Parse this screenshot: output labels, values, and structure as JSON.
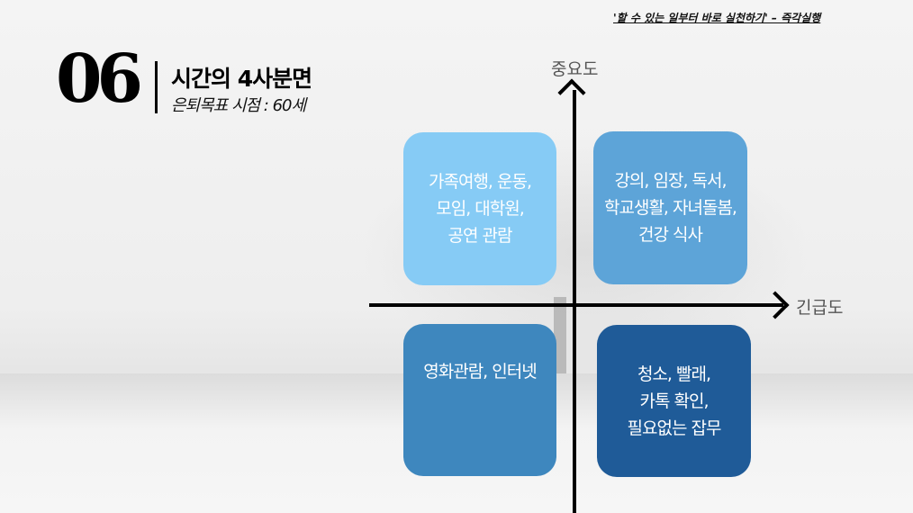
{
  "slogan": "'할 수 있는 일부터 바로 실천하기' – 즉각실행",
  "header": {
    "number": "06",
    "title": "시간의 4사분면",
    "subtitle": "은퇴목표 시점 : 60세"
  },
  "axes": {
    "vertical_label": "중요도",
    "horizontal_label": "긴급도"
  },
  "quadrants": [
    {
      "text": "가족여행, 운동,\n모임, 대학원,\n공연 관람",
      "color": "#86CBF5"
    },
    {
      "text": "강의, 임장, 독서,\n학교생활, 자녀돌봄,\n건강 식사",
      "color": "#5DA4D8"
    },
    {
      "text": "영화관람, 인터넷",
      "color": "#3E87BE"
    },
    {
      "text": "청소, 빨래,\n카톡 확인,\n필요없는 잡무",
      "color": "#1F5B98"
    }
  ]
}
